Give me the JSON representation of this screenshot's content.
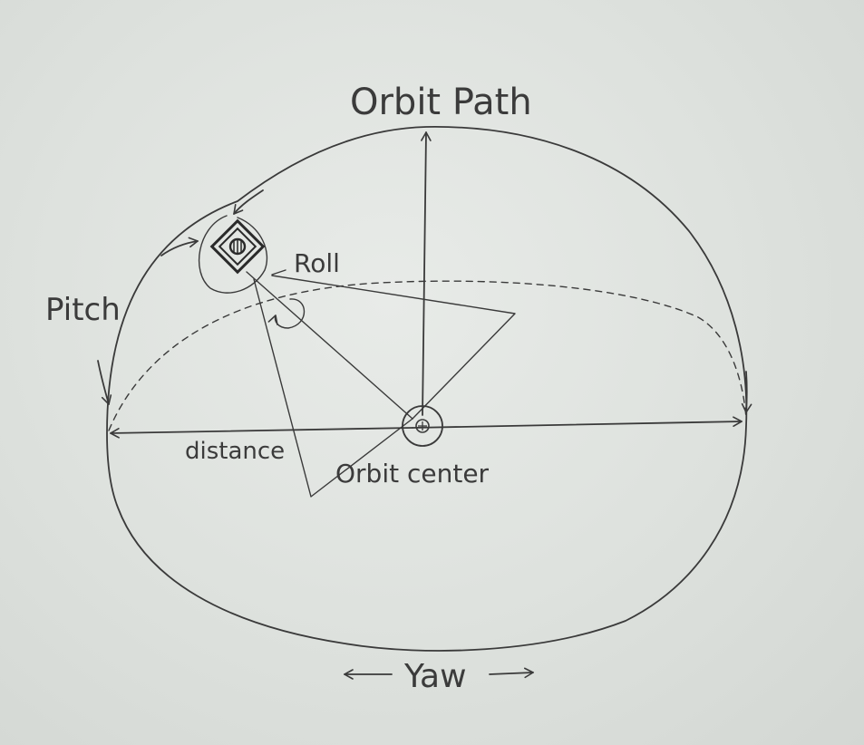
{
  "labels": {
    "title": "Orbit Path",
    "roll": "Roll",
    "pitch": "Pitch",
    "distance": "distance",
    "orbit_center": "Orbit center",
    "yaw": "Yaw"
  },
  "colors": {
    "paper": "#dfe3df",
    "ink": "#3a3a3a"
  },
  "icons": {
    "camera": "camera-icon",
    "center": "orbit-center-icon",
    "yaw_arrows": "left-right-arrow-icon"
  }
}
